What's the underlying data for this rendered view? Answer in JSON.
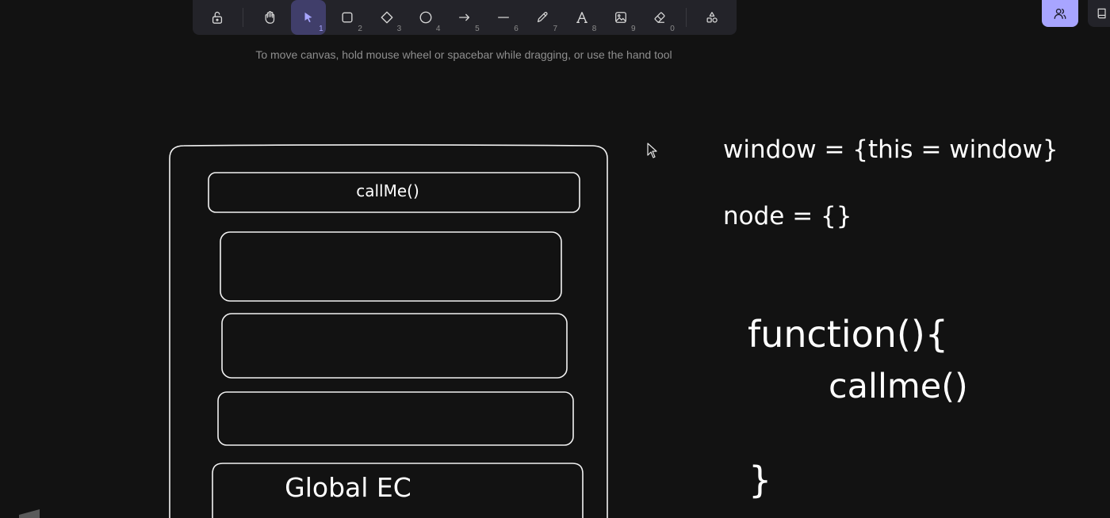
{
  "toolbar": {
    "tools": [
      {
        "name": "lock",
        "key": ""
      },
      {
        "name": "hand",
        "key": ""
      },
      {
        "name": "selection",
        "key": "1"
      },
      {
        "name": "rectangle",
        "key": "2"
      },
      {
        "name": "diamond",
        "key": "3"
      },
      {
        "name": "ellipse",
        "key": "4"
      },
      {
        "name": "arrow",
        "key": "5"
      },
      {
        "name": "line",
        "key": "6"
      },
      {
        "name": "draw",
        "key": "7"
      },
      {
        "name": "text",
        "key": "8"
      },
      {
        "name": "image",
        "key": "9"
      },
      {
        "name": "eraser",
        "key": "0"
      },
      {
        "name": "extra-tools",
        "key": ""
      }
    ],
    "active_tool": "selection",
    "active_color": "#a8a5ff"
  },
  "hint": "To move canvas, hold mouse wheel or spacebar while dragging, or use the hand tool",
  "canvas": {
    "stack_top_label": "callMe()",
    "stack_bottom_label": "Global EC",
    "notes": {
      "line1": "window = {this = window}",
      "line2": "node = {}",
      "func_open": "function(){",
      "func_body": "callme()",
      "func_close": "}"
    }
  }
}
